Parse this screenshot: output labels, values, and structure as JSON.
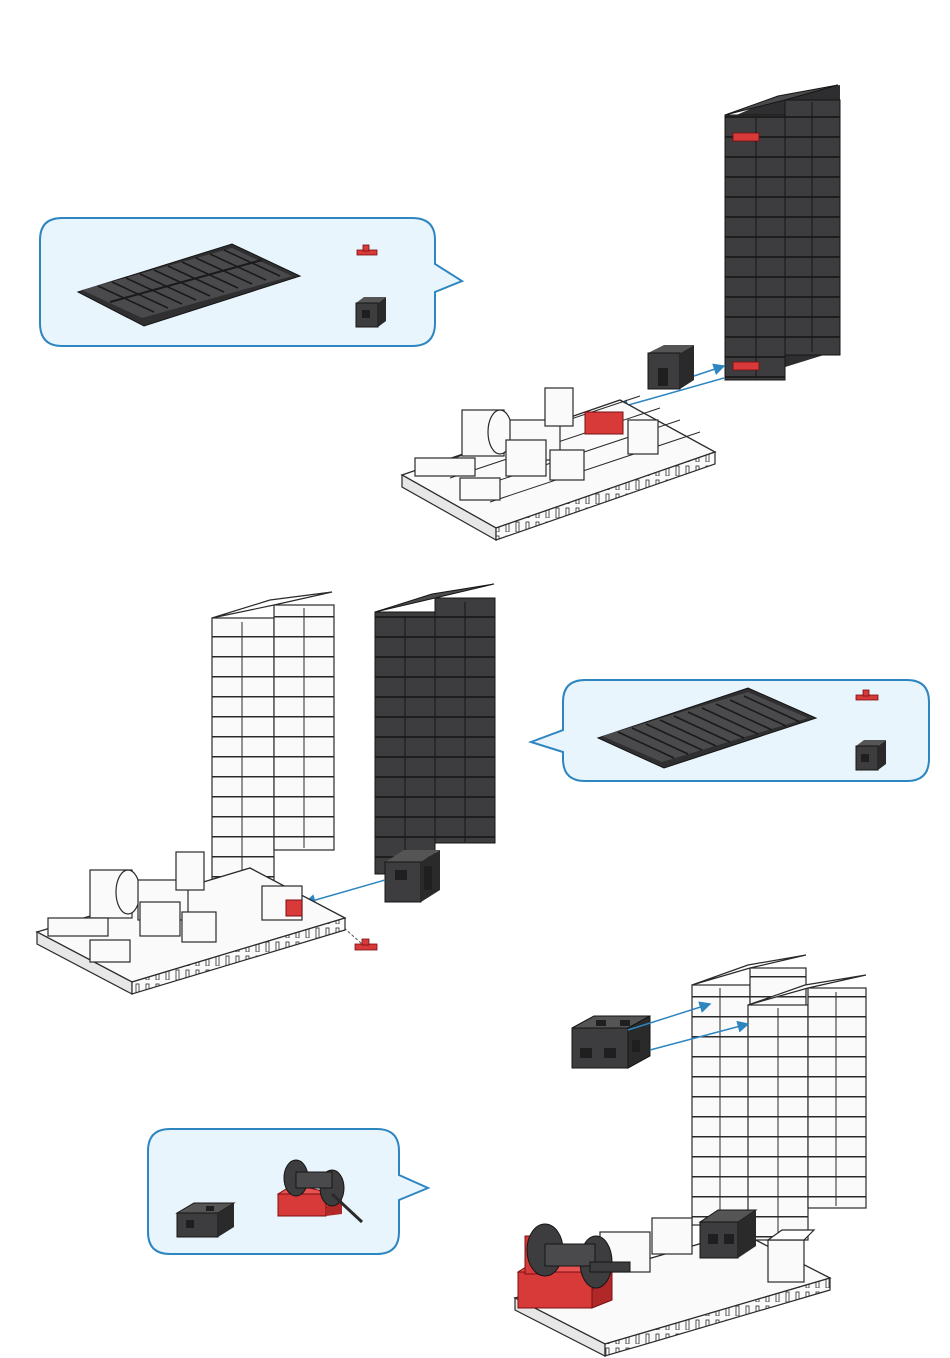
{
  "page": {
    "kind": "building-instructions",
    "colors": {
      "dark_part": "#3d3d3f",
      "dark_edge": "#1f1f20",
      "white_part": "#fafafa",
      "white_edge": "#2a2a2a",
      "red_part": "#d83a3a",
      "callout_fill": "#e9f5fc",
      "callout_border": "#2e86c1",
      "guide_line": "#2e86c1"
    }
  },
  "steps": [
    {
      "callout_parts": [
        "building-plate-dark-icon",
        "red-connector-icon",
        "dark-block-icon"
      ],
      "assembly": [
        "white-base-assembly",
        "dark-vertical-plate",
        "red-connectors",
        "dark-block"
      ]
    },
    {
      "callout_parts": [
        "building-plate-dark-icon",
        "red-connector-icon",
        "dark-block-icon"
      ],
      "assembly": [
        "white-vertical-plate",
        "dark-vertical-plate",
        "dark-block",
        "red-connector"
      ]
    },
    {
      "callout_parts": [
        "dark-bracket-icon",
        "red-winch-drum-icon"
      ],
      "assembly": [
        "white-double-tower",
        "dark-double-block",
        "red-winch",
        "dark-block"
      ]
    }
  ]
}
